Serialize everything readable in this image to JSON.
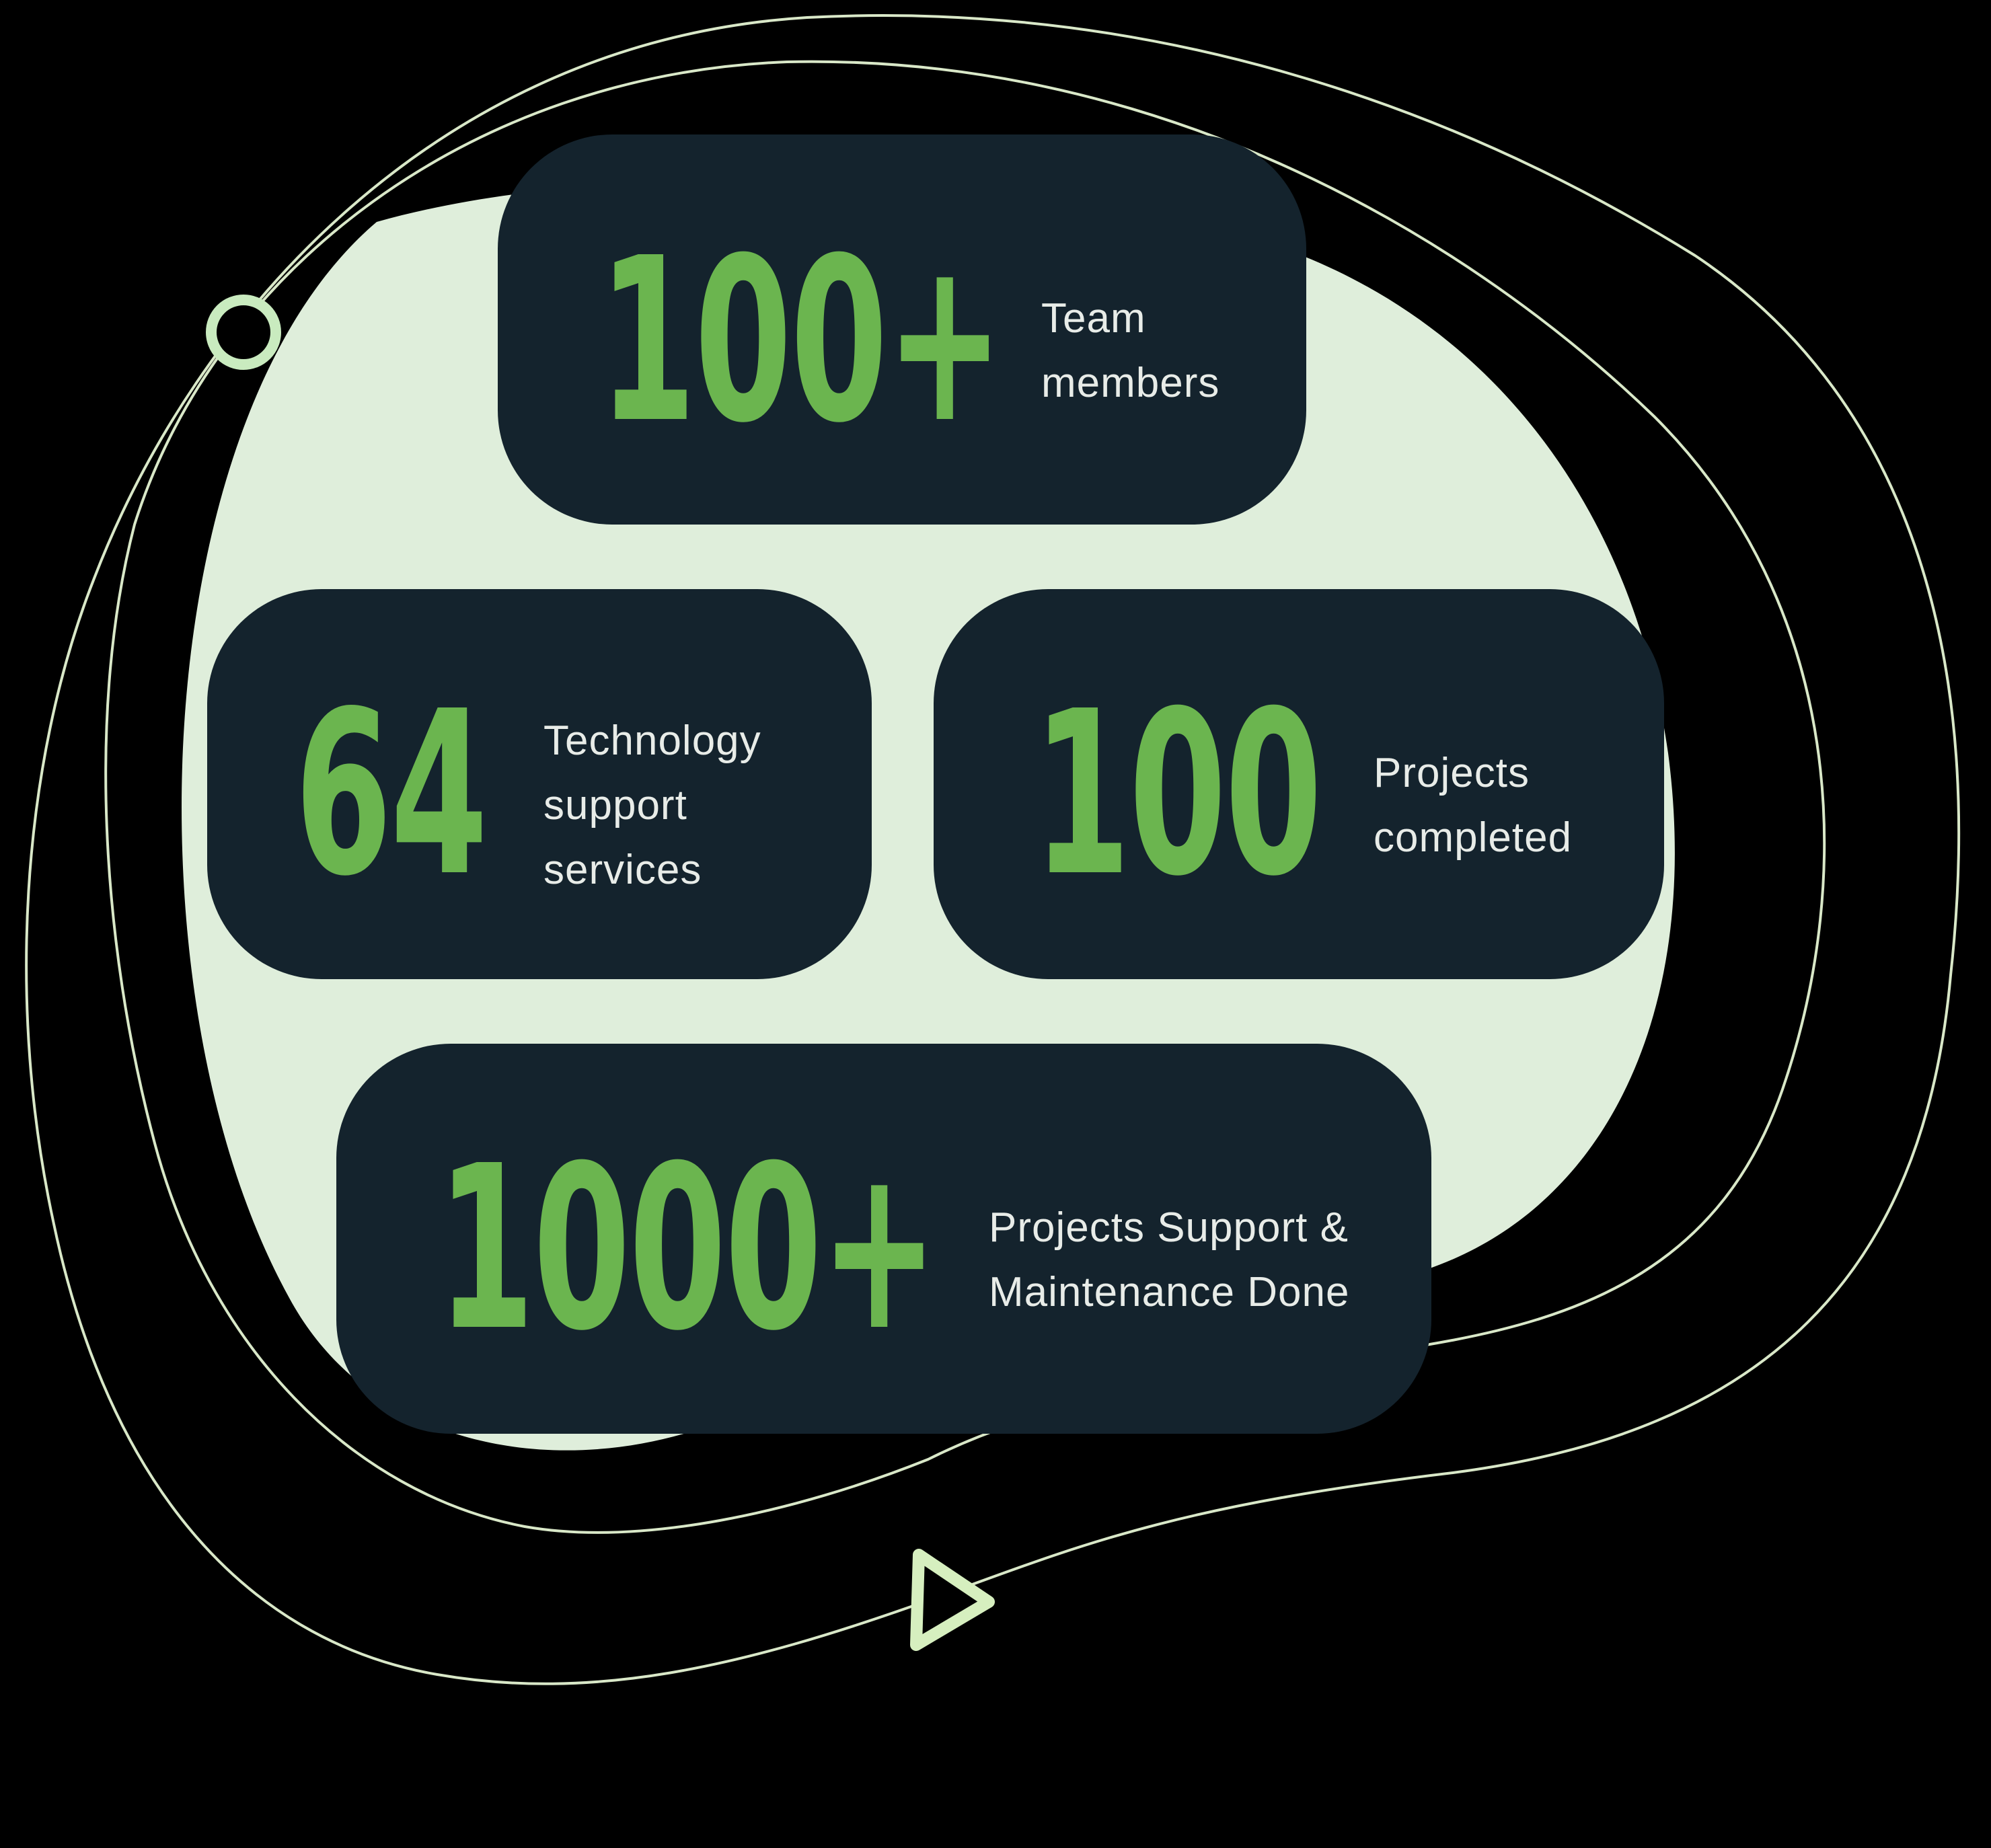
{
  "colors": {
    "background": "#000000",
    "blob": "#dfeedb",
    "card": "#14232d",
    "accent_green": "#6bb54f",
    "label_text": "#e8ece8",
    "outline": "#d9e8c8",
    "ring_icon": "#c9ebbf",
    "triangle_icon": "#d6efbf"
  },
  "stats": [
    {
      "value": "100+",
      "label_lines": [
        "Team",
        "members"
      ]
    },
    {
      "value": "64",
      "label_lines": [
        "Technology",
        "support",
        "services"
      ]
    },
    {
      "value": "100",
      "label_lines": [
        "Projects",
        "completed"
      ]
    },
    {
      "value": "1000+",
      "label_lines": [
        "Projects Support &",
        "Maintenance Done"
      ]
    }
  ],
  "decorations": {
    "ring_icon": "circle-outline-icon",
    "triangle_icon": "play-triangle-outline-icon"
  }
}
